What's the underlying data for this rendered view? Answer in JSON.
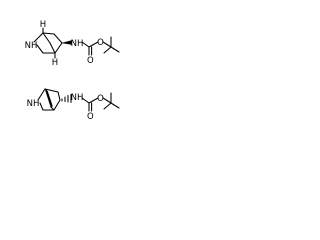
{
  "molecules": [
    {
      "atoms": {
        "ring_nh": "NH",
        "amide_nh": "NH",
        "ring_h_top": "H",
        "ring_h_bottom": "H",
        "ether_o": "O",
        "carbonyl_o": "O"
      }
    },
    {
      "atoms": {
        "ring_nh": "NH",
        "amide_nh": "NH",
        "ether_o": "O",
        "carbonyl_o": "O"
      }
    }
  ]
}
